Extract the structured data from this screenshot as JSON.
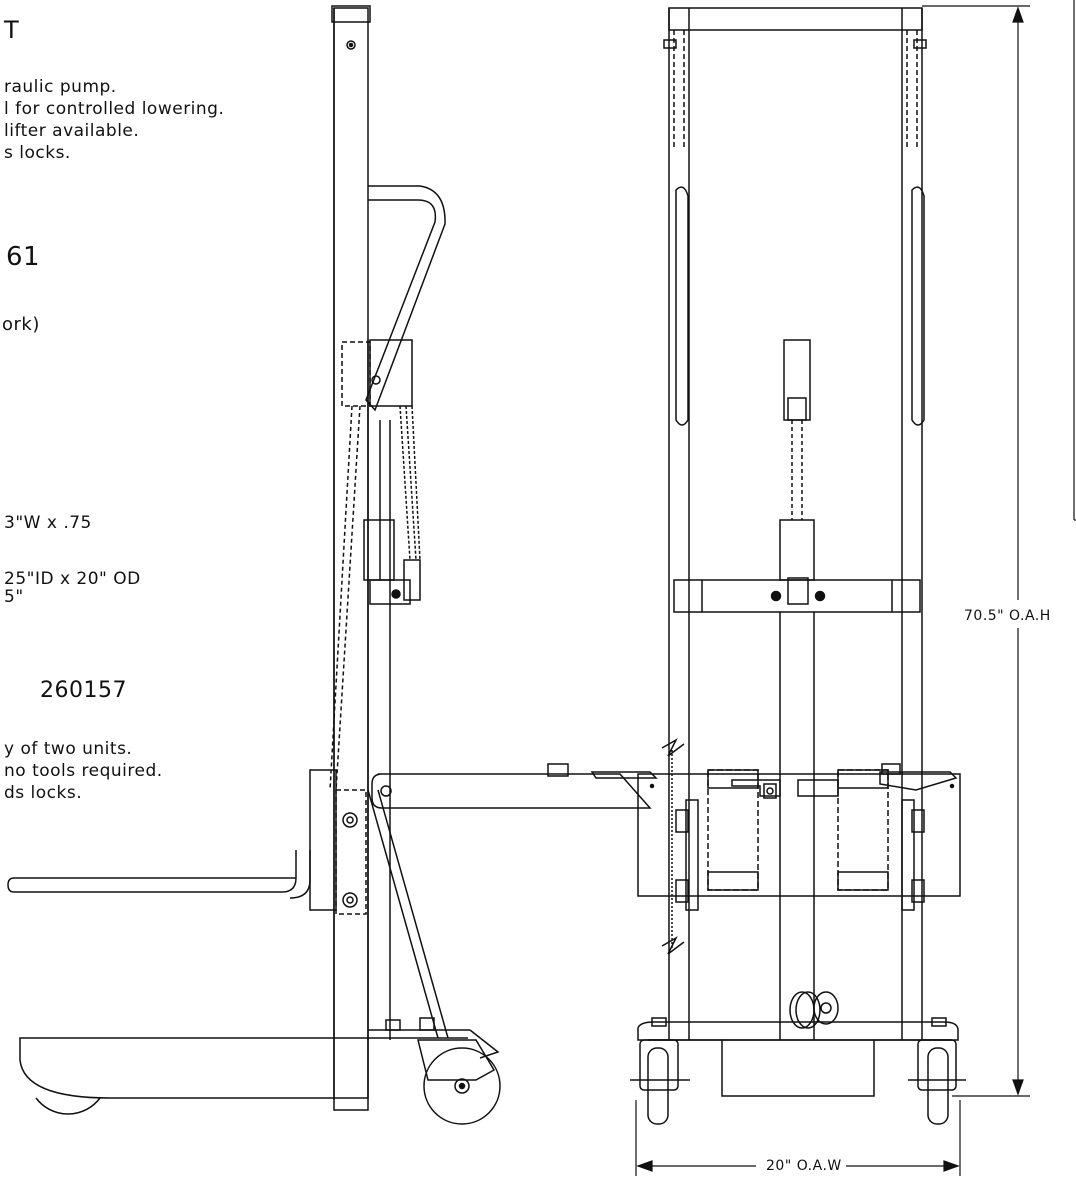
{
  "heading": "T",
  "features_1": [
    "raulic pump.",
    "l for controlled lowering.",
    "lifter available.",
    "s locks."
  ],
  "model_number": "61",
  "fork_note": "ork)",
  "spec_fork": "3\"W x .75",
  "spec_wheel_1": "25\"ID x 20\" OD",
  "spec_wheel_2": "5\"",
  "accessory_part": "260157",
  "features_2": [
    "y of two units.",
    "no tools required.",
    "ds locks."
  ],
  "dim_height": "70.5\" O.A.H",
  "dim_width": "20\" O.A.W"
}
